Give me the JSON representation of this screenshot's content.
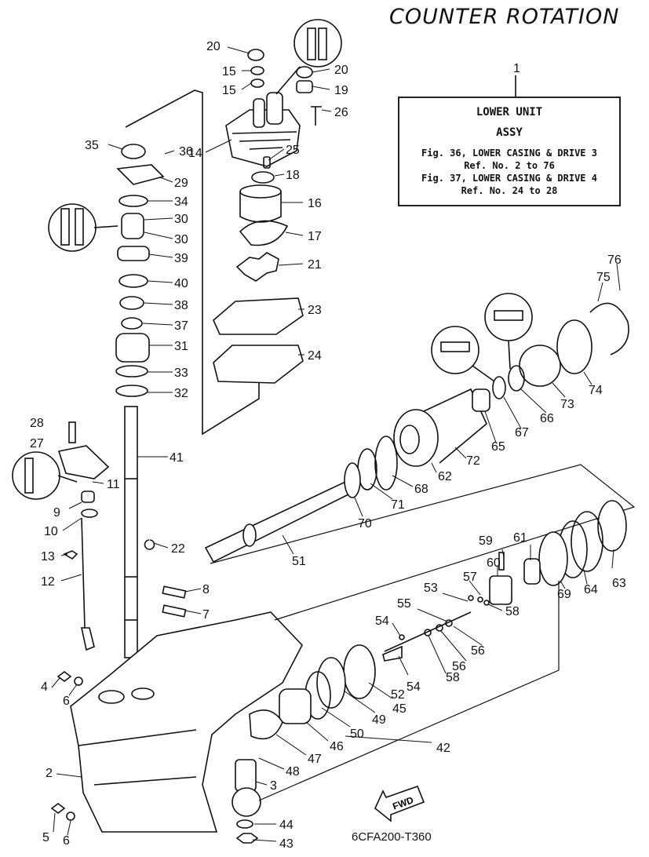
{
  "title": "COUNTER ROTATION",
  "drawing_code": "6CFA200-T360",
  "fwd_label": "FWD",
  "info_box": {
    "ref_number": "1",
    "line1": "LOWER UNIT",
    "line2": "ASSY",
    "line3": "Fig. 36, LOWER CASING & DRIVE 3",
    "line4": "Ref. No. 2 to 76",
    "line5": "Fig. 37, LOWER CASING & DRIVE 4",
    "line6": "Ref. No. 24 to 28"
  },
  "callouts": [
    "20",
    "15",
    "15",
    "20",
    "19",
    "26",
    "14",
    "25",
    "18",
    "16",
    "17",
    "21",
    "23",
    "24",
    "35",
    "36",
    "29",
    "34",
    "30",
    "30",
    "39",
    "40",
    "38",
    "37",
    "31",
    "33",
    "32",
    "41",
    "28",
    "27",
    "11",
    "9",
    "10",
    "22",
    "13",
    "12",
    "8",
    "7",
    "4",
    "6",
    "2",
    "5",
    "6",
    "76",
    "75",
    "74",
    "73",
    "66",
    "67",
    "65",
    "72",
    "62",
    "68",
    "71",
    "70",
    "51",
    "59",
    "61",
    "60",
    "57",
    "53",
    "55",
    "54",
    "58",
    "56",
    "56",
    "58",
    "54",
    "52",
    "45",
    "49",
    "50",
    "46",
    "47",
    "48",
    "3",
    "42",
    "44",
    "43",
    "69",
    "64",
    "63"
  ]
}
